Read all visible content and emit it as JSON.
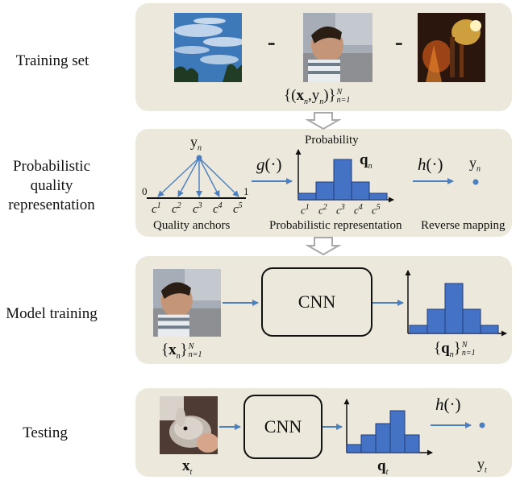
{
  "rows": {
    "training_set": "Training set",
    "representation": [
      "Probabilistic",
      "quality",
      "representation"
    ],
    "model_training": "Model training",
    "testing": "Testing"
  },
  "math": {
    "training_set_notation": "{(xn,yn)}N n=1",
    "yn": "yn",
    "qn": "qn",
    "xt": "xt",
    "qt": "qt",
    "yt": "yt",
    "g": "g(·)",
    "h": "h(·)",
    "N": "N",
    "n1": "n=1"
  },
  "labels": {
    "probability": "Probability",
    "quality_anchors": "Quality anchors",
    "probabilistic_representation": "Probabilistic representation",
    "reverse_mapping": "Reverse mapping",
    "cnn": "CNN",
    "axis_zero": "0",
    "axis_one": "1",
    "ellipsis": "...",
    "anchors": [
      "c1",
      "c2",
      "c3",
      "c4",
      "c5"
    ]
  },
  "colors": {
    "panel": "#ece8dc",
    "bar": "#4472c4",
    "arrow": "#4a7fc1",
    "gray_arrow": "#a9a9a9"
  },
  "icons": [
    "sky-photo",
    "boy-photo",
    "fire-photo",
    "rabbit-photo",
    "gray-down-arrow-icon"
  ]
}
